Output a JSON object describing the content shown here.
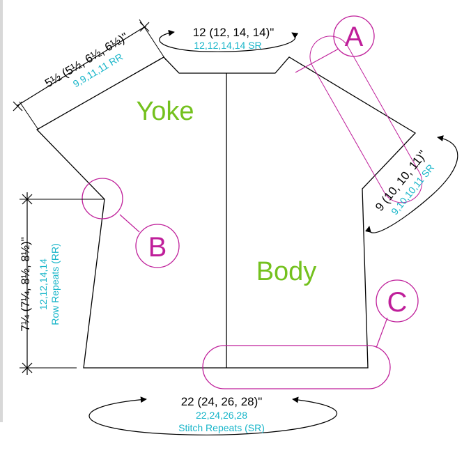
{
  "regions": {
    "yoke": "Yoke",
    "body": "Body"
  },
  "callouts": {
    "a": "A",
    "b": "B",
    "c": "C"
  },
  "dimensions": {
    "neck_width": "12 (12, 14, 14)\"",
    "neck_width_repeats": "12,12,14,14 SR",
    "shoulder": "5½ (5½, 6½, 6½)\"",
    "shoulder_repeats": "9,9,11,11 RR",
    "armhole": "9 (10, 10, 11)\"",
    "armhole_repeats": "9,10,10,11 SR",
    "body_length": "7¼ (7¼, 8½, 8½)\"",
    "body_length_repeats": "12,12,14,14",
    "body_length_repeats_label": "Row Repeats (RR)",
    "hem_width": "22 (24, 26, 28)\"",
    "hem_width_repeats": "22,24,26,28",
    "hem_width_repeats_label": "Stitch Repeats (SR)"
  },
  "colors": {
    "outline": "#000000",
    "callout": "#bf1f9a",
    "region_label": "#74c11e",
    "repeat_text": "#17b5c9",
    "left_edge": "#d8d8d8"
  }
}
